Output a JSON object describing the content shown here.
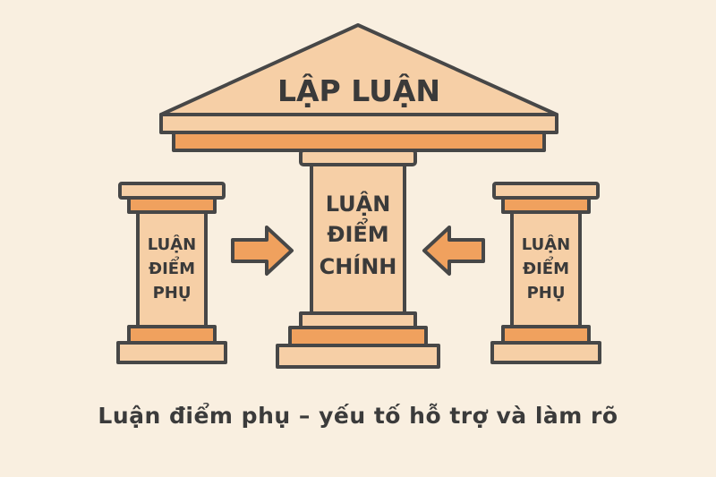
{
  "roof": {
    "label": "LẬP LUẬN"
  },
  "center_pillar": {
    "lines": [
      "LUẬN",
      "ĐIỂM",
      "CHÍNH"
    ]
  },
  "left_pillar": {
    "lines": [
      "LUẬN",
      "ĐIỂM",
      "PHỤ"
    ]
  },
  "right_pillar": {
    "lines": [
      "LUẬN",
      "ĐIỂM",
      "PHỤ"
    ]
  },
  "caption": "Luận điểm phụ – yếu tố hỗ trợ và làm rõ",
  "colors": {
    "background": "#f9efe0",
    "pillar_fill": "#f6cfa6",
    "accent_orange": "#f0a15e",
    "outline": "#474747"
  }
}
